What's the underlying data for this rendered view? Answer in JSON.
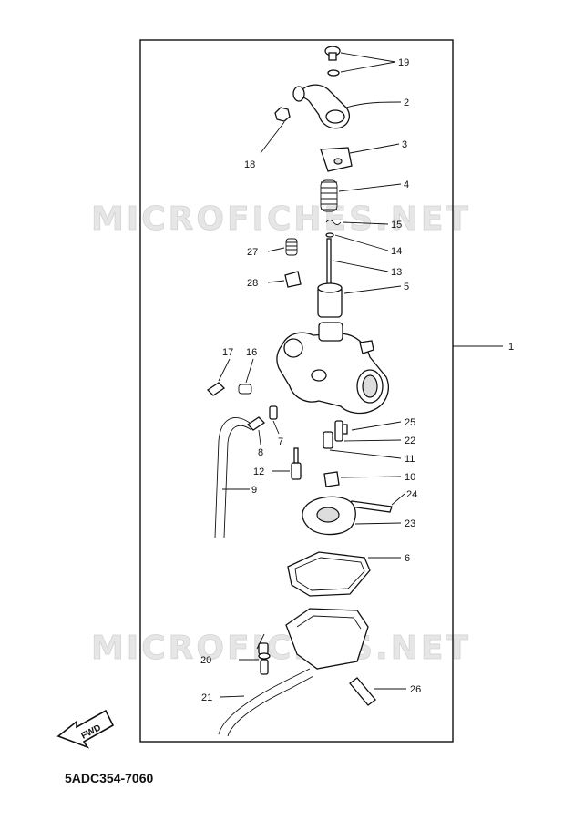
{
  "watermark": "MICROFICHES.NET",
  "diagram_code": "5ADC354-7060",
  "fwd_label": "FWD",
  "callouts": [
    {
      "id": "c19",
      "label": "19"
    },
    {
      "id": "c2",
      "label": "2"
    },
    {
      "id": "c18",
      "label": "18"
    },
    {
      "id": "c3",
      "label": "3"
    },
    {
      "id": "c4",
      "label": "4"
    },
    {
      "id": "c15",
      "label": "15"
    },
    {
      "id": "c14",
      "label": "14"
    },
    {
      "id": "c27",
      "label": "27"
    },
    {
      "id": "c13",
      "label": "13"
    },
    {
      "id": "c28",
      "label": "28"
    },
    {
      "id": "c5",
      "label": "5"
    },
    {
      "id": "c1",
      "label": "1"
    },
    {
      "id": "c17",
      "label": "17"
    },
    {
      "id": "c16",
      "label": "16"
    },
    {
      "id": "c25",
      "label": "25"
    },
    {
      "id": "c22",
      "label": "22"
    },
    {
      "id": "c8",
      "label": "8"
    },
    {
      "id": "c7",
      "label": "7"
    },
    {
      "id": "c11",
      "label": "11"
    },
    {
      "id": "c12",
      "label": "12"
    },
    {
      "id": "c10",
      "label": "10"
    },
    {
      "id": "c9",
      "label": "9"
    },
    {
      "id": "c24",
      "label": "24"
    },
    {
      "id": "c23",
      "label": "23"
    },
    {
      "id": "c6",
      "label": "6"
    },
    {
      "id": "c20",
      "label": "20"
    },
    {
      "id": "c26",
      "label": "26"
    },
    {
      "id": "c21",
      "label": "21"
    }
  ]
}
